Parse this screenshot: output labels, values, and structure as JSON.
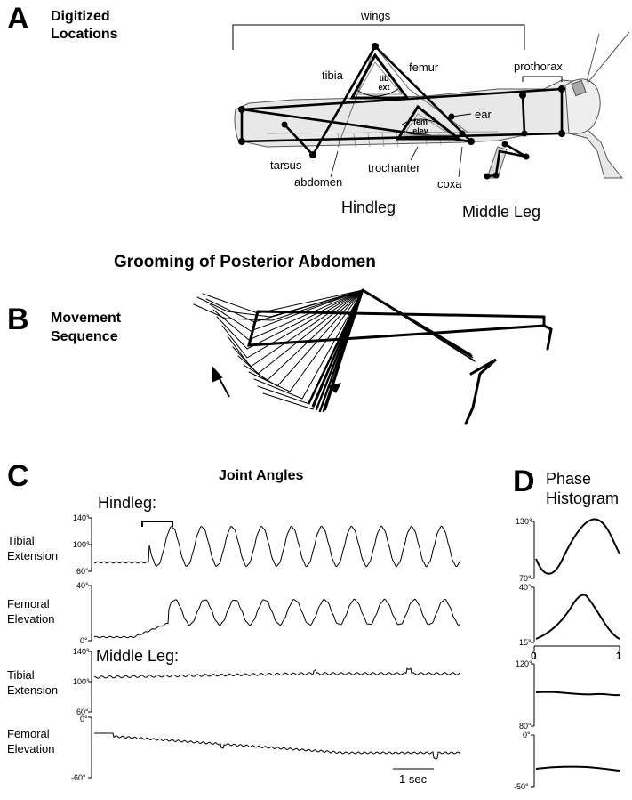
{
  "panelA": {
    "letter": "A",
    "title_line1": "Digitized",
    "title_line2": "Locations",
    "labels": {
      "wings": "wings",
      "prothorax": "prothorax",
      "tibia": "tibia",
      "femur": "femur",
      "tib_ext_1": "tib",
      "tib_ext_2": "ext",
      "fem_elev_1": "fem",
      "fem_elev_2": "elev",
      "ear": "ear",
      "tarsus": "tarsus",
      "abdomen": "abdomen",
      "trochanter": "trochanter",
      "coxa": "coxa",
      "hindleg": "Hindleg",
      "middle_leg": "Middle Leg"
    }
  },
  "grooming_title": "Grooming of Posterior Abdomen",
  "panelB": {
    "letter": "B",
    "title_line1": "Movement",
    "title_line2": "Sequence"
  },
  "panelC": {
    "letter": "C",
    "title": "Joint Angles",
    "hindleg_label": "Hindleg:",
    "middleleg_label": "Middle Leg:",
    "rows": [
      {
        "line1": "Tibial",
        "line2": "Extension",
        "ticks": [
          "140°",
          "100°",
          "60°"
        ]
      },
      {
        "line1": "Femoral",
        "line2": "Elevation",
        "ticks": [
          "40°",
          "0°"
        ]
      },
      {
        "line1": "Tibial",
        "line2": "Extension",
        "ticks": [
          "140°",
          "100°",
          "60°"
        ]
      },
      {
        "line1": "Femoral",
        "line2": "Elevation",
        "ticks": [
          "0°",
          "-60°"
        ]
      }
    ],
    "scale_bar": "1 sec"
  },
  "panelD": {
    "letter": "D",
    "title_line1": "Phase",
    "title_line2": "Histogram",
    "ticks": {
      "r1": [
        "130°",
        "70°"
      ],
      "r2": [
        "40°",
        "15°"
      ],
      "r3": [
        "120°",
        "80°"
      ],
      "r4": [
        "0°",
        "-50°"
      ]
    },
    "x_ticks": [
      "0",
      "1"
    ]
  }
}
